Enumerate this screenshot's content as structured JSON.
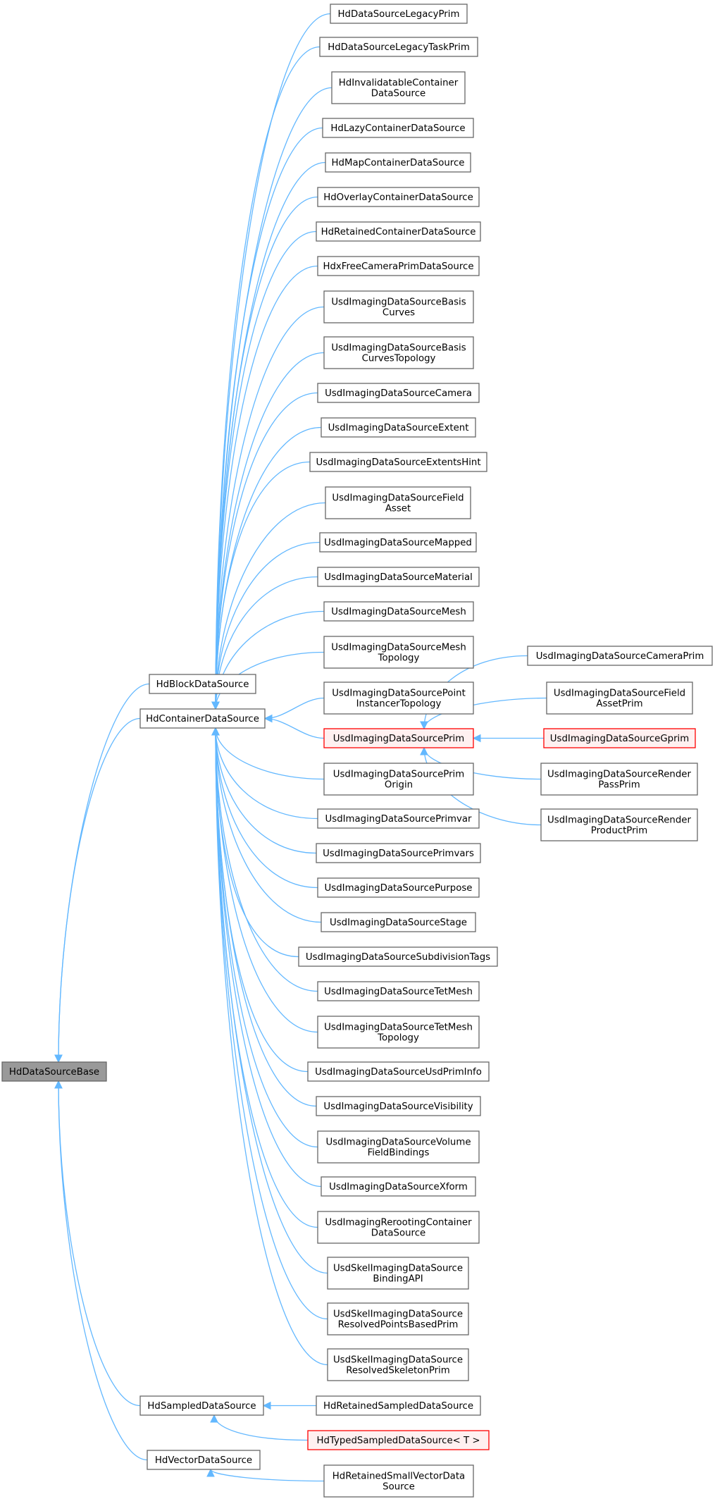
{
  "nodes": [
    {
      "id": "base",
      "lines": [
        "HdDataSourceBase"
      ],
      "style": "root"
    },
    {
      "id": "block",
      "lines": [
        "HdBlockDataSource"
      ]
    },
    {
      "id": "container",
      "lines": [
        "HdContainerDataSource"
      ]
    },
    {
      "id": "sampled",
      "lines": [
        "HdSampledDataSource"
      ]
    },
    {
      "id": "vector",
      "lines": [
        "HdVectorDataSource"
      ]
    },
    {
      "id": "c1",
      "lines": [
        "HdDataSourceLegacyPrim"
      ]
    },
    {
      "id": "c2",
      "lines": [
        "HdDataSourceLegacyTaskPrim"
      ]
    },
    {
      "id": "c3",
      "lines": [
        "HdInvalidatableContainer",
        "DataSource"
      ]
    },
    {
      "id": "c4",
      "lines": [
        "HdLazyContainerDataSource"
      ]
    },
    {
      "id": "c5",
      "lines": [
        "HdMapContainerDataSource"
      ]
    },
    {
      "id": "c6",
      "lines": [
        "HdOverlayContainerDataSource"
      ]
    },
    {
      "id": "c7",
      "lines": [
        "HdRetainedContainerDataSource"
      ]
    },
    {
      "id": "c8",
      "lines": [
        "HdxFreeCameraPrimDataSource"
      ]
    },
    {
      "id": "c9",
      "lines": [
        "UsdImagingDataSourceBasis",
        "Curves"
      ]
    },
    {
      "id": "c10",
      "lines": [
        "UsdImagingDataSourceBasis",
        "CurvesTopology"
      ]
    },
    {
      "id": "c11",
      "lines": [
        "UsdImagingDataSourceCamera"
      ]
    },
    {
      "id": "c12",
      "lines": [
        "UsdImagingDataSourceExtent"
      ]
    },
    {
      "id": "c13",
      "lines": [
        "UsdImagingDataSourceExtentsHint"
      ]
    },
    {
      "id": "c14",
      "lines": [
        "UsdImagingDataSourceField",
        "Asset"
      ]
    },
    {
      "id": "c15",
      "lines": [
        "UsdImagingDataSourceMapped"
      ]
    },
    {
      "id": "c16",
      "lines": [
        "UsdImagingDataSourceMaterial"
      ]
    },
    {
      "id": "c17",
      "lines": [
        "UsdImagingDataSourceMesh"
      ]
    },
    {
      "id": "c18",
      "lines": [
        "UsdImagingDataSourceMesh",
        "Topology"
      ]
    },
    {
      "id": "c19",
      "lines": [
        "UsdImagingDataSourcePoint",
        "InstancerTopology"
      ]
    },
    {
      "id": "prim",
      "lines": [
        "UsdImagingDataSourcePrim"
      ],
      "style": "red"
    },
    {
      "id": "c21",
      "lines": [
        "UsdImagingDataSourcePrim",
        "Origin"
      ]
    },
    {
      "id": "c22",
      "lines": [
        "UsdImagingDataSourcePrimvar"
      ]
    },
    {
      "id": "c23",
      "lines": [
        "UsdImagingDataSourcePrimvars"
      ]
    },
    {
      "id": "c24",
      "lines": [
        "UsdImagingDataSourcePurpose"
      ]
    },
    {
      "id": "c25",
      "lines": [
        "UsdImagingDataSourceStage"
      ]
    },
    {
      "id": "c26",
      "lines": [
        "UsdImagingDataSourceSubdivisionTags"
      ]
    },
    {
      "id": "c27",
      "lines": [
        "UsdImagingDataSourceTetMesh"
      ]
    },
    {
      "id": "c28",
      "lines": [
        "UsdImagingDataSourceTetMesh",
        "Topology"
      ]
    },
    {
      "id": "c29",
      "lines": [
        "UsdImagingDataSourceUsdPrimInfo"
      ]
    },
    {
      "id": "c30",
      "lines": [
        "UsdImagingDataSourceVisibility"
      ]
    },
    {
      "id": "c31",
      "lines": [
        "UsdImagingDataSourceVolume",
        "FieldBindings"
      ]
    },
    {
      "id": "c32",
      "lines": [
        "UsdImagingDataSourceXform"
      ]
    },
    {
      "id": "c33",
      "lines": [
        "UsdImagingRerootingContainer",
        "DataSource"
      ]
    },
    {
      "id": "c34",
      "lines": [
        "UsdSkelImagingDataSource",
        "BindingAPI"
      ]
    },
    {
      "id": "c35",
      "lines": [
        "UsdSkelImagingDataSource",
        "ResolvedPointsBasedPrim"
      ]
    },
    {
      "id": "c36",
      "lines": [
        "UsdSkelImagingDataSource",
        "ResolvedSkeletonPrim"
      ]
    },
    {
      "id": "p1",
      "lines": [
        "UsdImagingDataSourceCameraPrim"
      ]
    },
    {
      "id": "p2",
      "lines": [
        "UsdImagingDataSourceField",
        "AssetPrim"
      ]
    },
    {
      "id": "p3",
      "lines": [
        "UsdImagingDataSourceGprim"
      ],
      "style": "red"
    },
    {
      "id": "p4",
      "lines": [
        "UsdImagingDataSourceRender",
        "PassPrim"
      ]
    },
    {
      "id": "p5",
      "lines": [
        "UsdImagingDataSourceRender",
        "ProductPrim"
      ]
    },
    {
      "id": "s1",
      "lines": [
        "HdRetainedSampledDataSource"
      ]
    },
    {
      "id": "s2",
      "lines": [
        "HdTypedSampledDataSource< T >"
      ],
      "style": "red"
    },
    {
      "id": "v1",
      "lines": [
        "HdRetainedSmallVectorData",
        "Source"
      ]
    }
  ],
  "edges": [
    [
      "block",
      "base"
    ],
    [
      "container",
      "base"
    ],
    [
      "sampled",
      "base"
    ],
    [
      "vector",
      "base"
    ],
    [
      "c1",
      "container"
    ],
    [
      "c2",
      "container"
    ],
    [
      "c3",
      "container"
    ],
    [
      "c4",
      "container"
    ],
    [
      "c5",
      "container"
    ],
    [
      "c6",
      "container"
    ],
    [
      "c7",
      "container"
    ],
    [
      "c8",
      "container"
    ],
    [
      "c9",
      "container"
    ],
    [
      "c10",
      "container"
    ],
    [
      "c11",
      "container"
    ],
    [
      "c12",
      "container"
    ],
    [
      "c13",
      "container"
    ],
    [
      "c14",
      "container"
    ],
    [
      "c15",
      "container"
    ],
    [
      "c16",
      "container"
    ],
    [
      "c17",
      "container"
    ],
    [
      "c18",
      "container"
    ],
    [
      "c19",
      "container"
    ],
    [
      "prim",
      "container"
    ],
    [
      "c21",
      "container"
    ],
    [
      "c22",
      "container"
    ],
    [
      "c23",
      "container"
    ],
    [
      "c24",
      "container"
    ],
    [
      "c25",
      "container"
    ],
    [
      "c26",
      "container"
    ],
    [
      "c27",
      "container"
    ],
    [
      "c28",
      "container"
    ],
    [
      "c29",
      "container"
    ],
    [
      "c30",
      "container"
    ],
    [
      "c31",
      "container"
    ],
    [
      "c32",
      "container"
    ],
    [
      "c33",
      "container"
    ],
    [
      "c34",
      "container"
    ],
    [
      "c35",
      "container"
    ],
    [
      "c36",
      "container"
    ],
    [
      "p1",
      "prim"
    ],
    [
      "p2",
      "prim"
    ],
    [
      "p3",
      "prim"
    ],
    [
      "p4",
      "prim"
    ],
    [
      "p5",
      "prim"
    ],
    [
      "s1",
      "sampled"
    ],
    [
      "s2",
      "sampled"
    ],
    [
      "v1",
      "vector"
    ]
  ],
  "colors": {
    "edge": "#63b8ff",
    "node_border": "#666666",
    "root_fill": "#999999",
    "highlight_border": "#ff0000"
  }
}
